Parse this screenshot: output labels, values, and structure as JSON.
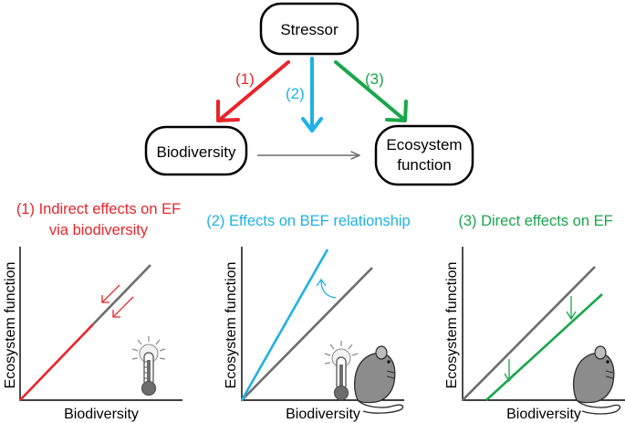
{
  "colors": {
    "indirect": "#e8252a",
    "bef": "#1fb1e6",
    "direct": "#1aa64a",
    "grey": "#6d6d6d",
    "black": "#000000"
  },
  "top": {
    "stressor": "Stressor",
    "biodiversity": "Biodiversity",
    "ecosystem_function_line1": "Ecosystem",
    "ecosystem_function_line2": "function",
    "label_1": "(1)",
    "label_2": "(2)",
    "label_3": "(3)"
  },
  "panels": [
    {
      "title_line1": "(1) Indirect effects on EF",
      "title_line2": "via biodiversity",
      "ylabel": "Ecosystem function",
      "xlabel": "Biodiversity",
      "icons": [
        "thermometer-sun-icon"
      ]
    },
    {
      "title_line1": "(2) Effects on BEF relationship",
      "ylabel": "Ecosystem function",
      "xlabel": "Biodiversity",
      "icons": [
        "thermometer-sun-icon",
        "rodent-icon"
      ]
    },
    {
      "title_line1": "(3) Direct effects on EF",
      "ylabel": "Ecosystem function",
      "xlabel": "Biodiversity",
      "icons": [
        "rodent-icon"
      ]
    }
  ]
}
